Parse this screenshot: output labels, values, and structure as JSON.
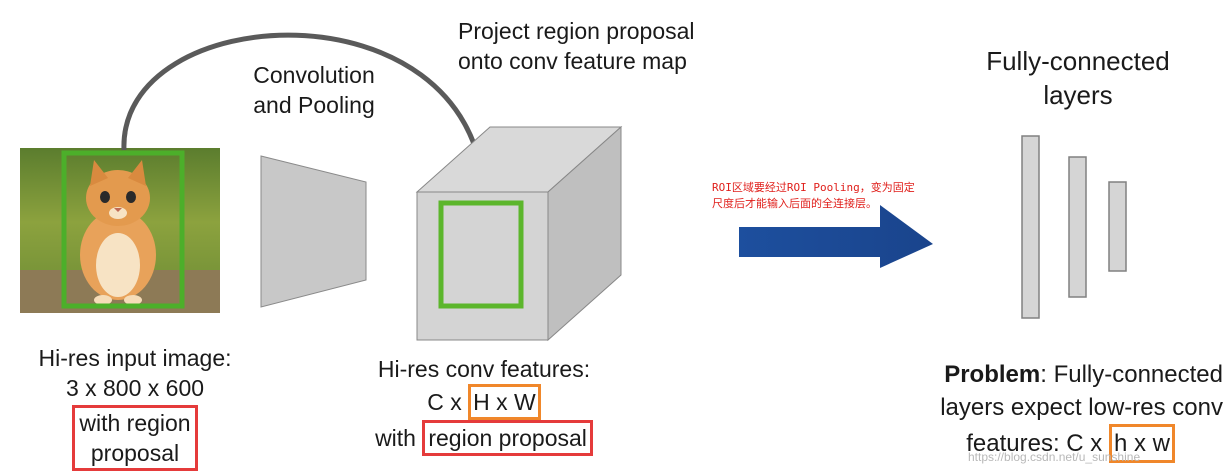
{
  "labels": {
    "conv_pool_line1": "Convolution",
    "conv_pool_line2": "and Pooling",
    "project_line1": "Project region proposal",
    "project_line2": "onto conv feature map",
    "fc_line1": "Fully-connected",
    "fc_line2": "layers"
  },
  "input_caption": {
    "line1": "Hi-res input image:",
    "line2": "3 x 800 x 600",
    "boxed_line1": "with region",
    "boxed_line2": "proposal"
  },
  "conv_caption": {
    "line1": "Hi-res conv features:",
    "line2_prefix": "C x ",
    "line2_boxed": "H x W",
    "line3_prefix": "with ",
    "line3_boxed": "region proposal"
  },
  "problem_caption": {
    "bold": "Problem",
    "line1_rest": ": Fully-connected",
    "line2": "layers expect low-res conv",
    "line3_prefix": "features: C x ",
    "line3_boxed": "h x w"
  },
  "note": {
    "line1": "ROI区域要经过ROI Pooling，变为固定",
    "line2": "尺度后才能输入后面的全连接层。"
  },
  "watermark": "https://blog.csdn.net/u_sunshine",
  "colors": {
    "proposal_box": "#4caf2a",
    "red_highlight": "#e53b3b",
    "orange_highlight": "#f0872a",
    "arrow_blue": "#1f4fa0",
    "note_red": "#e0201c"
  }
}
